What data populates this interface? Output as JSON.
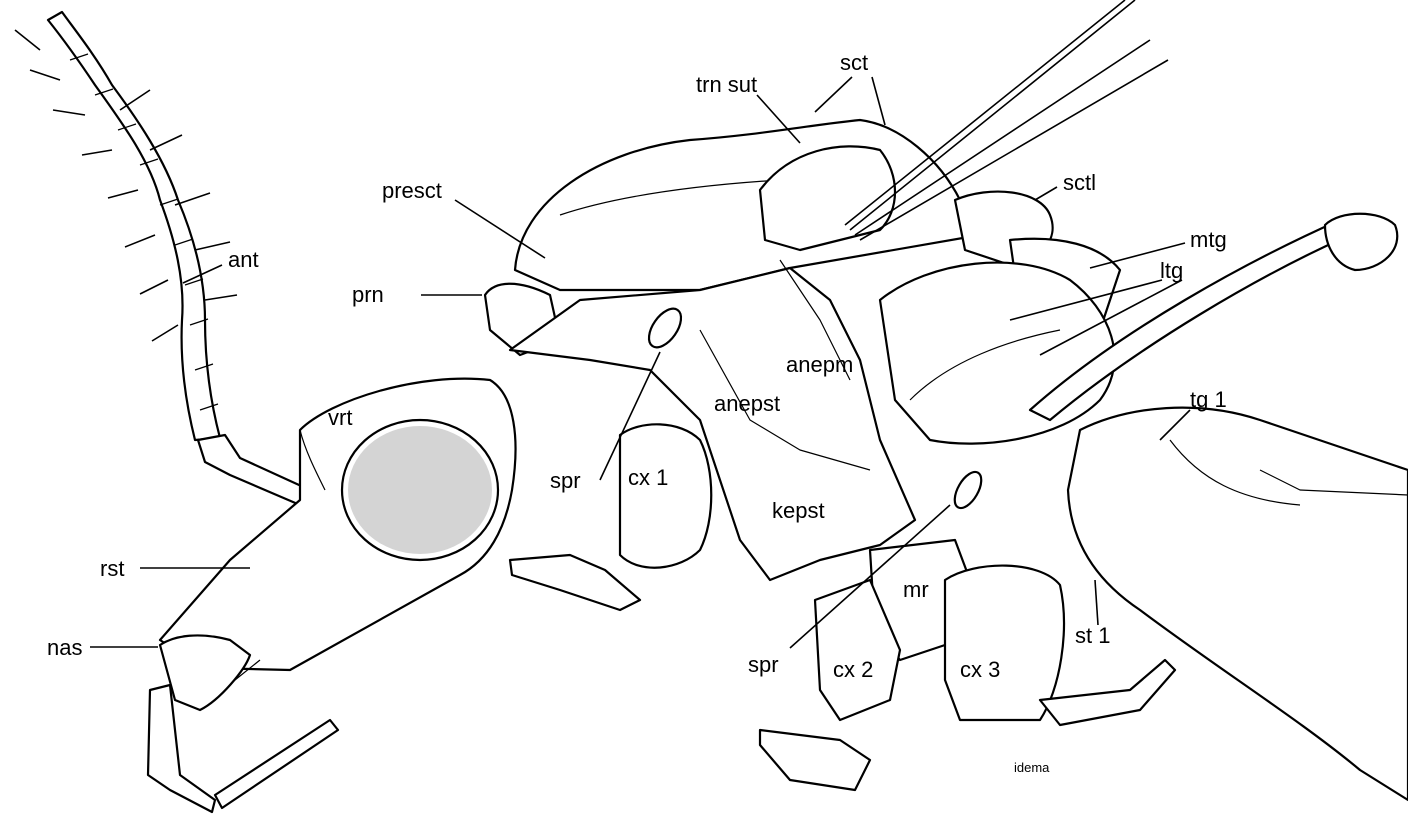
{
  "labels": {
    "trn_sut": "trn sut",
    "sct": "sct",
    "sctl": "sctl",
    "presct": "presct",
    "mtg": "mtg",
    "ant": "ant",
    "ltg": "ltg",
    "prn": "prn",
    "anepm": "anepm",
    "anepst": "anepst",
    "tg1": "tg 1",
    "vrt": "vrt",
    "spr_upper": "spr",
    "cx1": "cx 1",
    "kepst": "kepst",
    "rst": "rst",
    "mr": "mr",
    "st1": "st 1",
    "nas": "nas",
    "spr_lower": "spr",
    "cx2": "cx 2",
    "cx3": "cx 3"
  },
  "signature": "idema"
}
